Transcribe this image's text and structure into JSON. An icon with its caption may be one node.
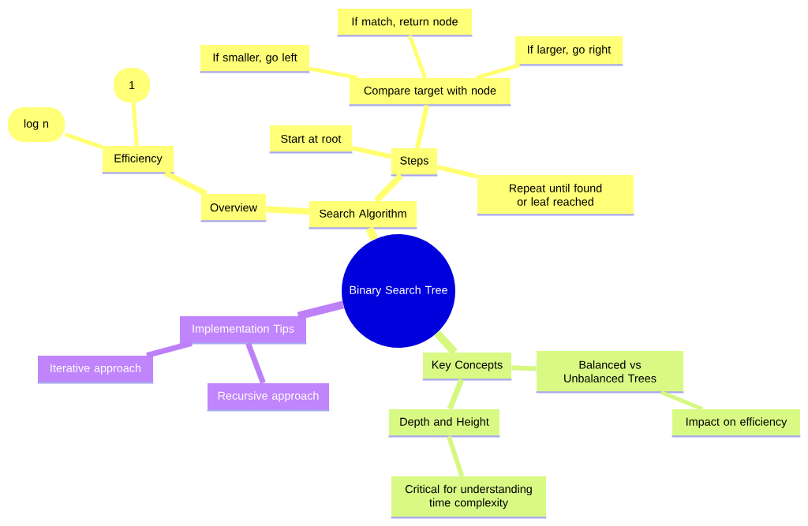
{
  "diagram": {
    "nodes": [
      {
        "text": [
          "Binary Search Tree"
        ]
      },
      {
        "text": [
          "Search Algorithm"
        ]
      },
      {
        "text": [
          "Overview"
        ]
      },
      {
        "text": [
          "Efficiency"
        ]
      },
      {
        "text": [
          "1"
        ]
      },
      {
        "text": [
          "log n"
        ]
      },
      {
        "text": [
          "Steps"
        ]
      },
      {
        "text": [
          "Start at root"
        ]
      },
      {
        "text": [
          "Compare target with node"
        ]
      },
      {
        "text": [
          "If smaller, go left"
        ]
      },
      {
        "text": [
          "If match, return node"
        ]
      },
      {
        "text": [
          "If larger, go right"
        ]
      },
      {
        "text": [
          "Repeat until found or leaf reached"
        ]
      },
      {
        "text": [
          "Implementation Tips"
        ]
      },
      {
        "text": [
          "Iterative approach"
        ]
      },
      {
        "text": [
          "Recursive approach"
        ]
      },
      {
        "text": [
          "Key Concepts"
        ]
      },
      {
        "text": [
          "Balanced vs Unbalanced Trees"
        ]
      },
      {
        "text": [
          "Impact on efficiency"
        ]
      },
      {
        "text": [
          "Depth and Height"
        ]
      },
      {
        "text": [
          "Critical for understanding time complexity"
        ]
      }
    ],
    "edges": [
      {
        "from": 0,
        "to": 1,
        "arrow": "none"
      },
      {
        "from": 1,
        "to": 2,
        "arrow": "none"
      },
      {
        "from": 2,
        "to": 3,
        "arrow": "none"
      },
      {
        "from": 3,
        "to": 4,
        "arrow": "none"
      },
      {
        "from": 3,
        "to": 5,
        "arrow": "none"
      },
      {
        "from": 1,
        "to": 6,
        "arrow": "none"
      },
      {
        "from": 6,
        "to": 7,
        "arrow": "none"
      },
      {
        "from": 6,
        "to": 8,
        "arrow": "none"
      },
      {
        "from": 8,
        "to": 9,
        "arrow": "none"
      },
      {
        "from": 8,
        "to": 10,
        "arrow": "none"
      },
      {
        "from": 8,
        "to": 11,
        "arrow": "none"
      },
      {
        "from": 6,
        "to": 12,
        "arrow": "none"
      },
      {
        "from": 0,
        "to": 13,
        "arrow": "none",
        "color": "#bd80f7"
      },
      {
        "from": 13,
        "to": 14,
        "arrow": "none",
        "color": "#bd80f7"
      },
      {
        "from": 13,
        "to": 15,
        "arrow": "none",
        "color": "#bd80f7"
      },
      {
        "from": 0,
        "to": 16,
        "arrow": "none",
        "color": "#d6f880"
      },
      {
        "from": 16,
        "to": 17,
        "arrow": "none",
        "color": "#d6f880"
      },
      {
        "from": 17,
        "to": 18,
        "arrow": "none",
        "color": "#d6f880"
      },
      {
        "from": 16,
        "to": 19,
        "arrow": "none",
        "color": "#d6f880"
      },
      {
        "from": 19,
        "to": 20,
        "arrow": "none",
        "color": "#d6f880"
      }
    ]
  }
}
